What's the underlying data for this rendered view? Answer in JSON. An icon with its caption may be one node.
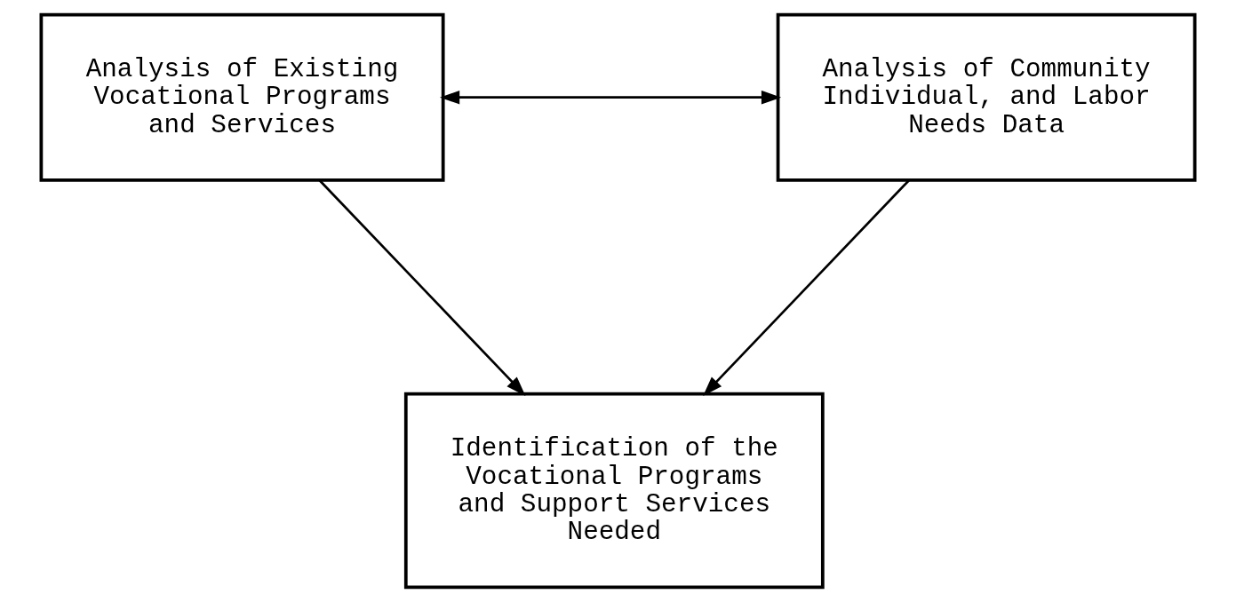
{
  "diagram": {
    "nodes": [
      {
        "text": [
          "Analysis of Existing Vocational Programs and Services"
        ]
      },
      {
        "text": [
          "Analysis of Community Individual, and Labor Needs Data"
        ]
      },
      {
        "text": [
          "Identification of the Vocational Programs and Support Services Needed"
        ]
      }
    ],
    "edges": [
      {
        "from": 0,
        "to": 1,
        "arrow": "both"
      },
      {
        "from": 0,
        "to": 2,
        "arrow": "to"
      },
      {
        "from": 1,
        "to": 2,
        "arrow": "to"
      }
    ]
  }
}
